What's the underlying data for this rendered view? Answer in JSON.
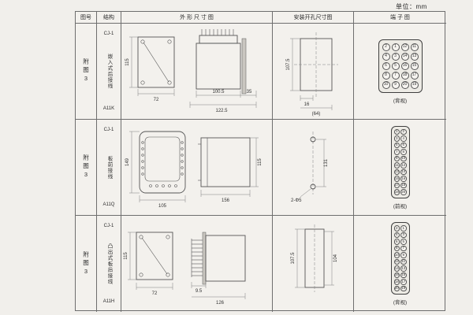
{
  "page": {
    "unit_label": "单位：mm"
  },
  "table": {
    "headers": {
      "fig_no": "图号",
      "structure": "结构",
      "outline": "外 形 尺 寸 图",
      "mounting": "安装开孔尺寸图",
      "terminal": "端 子 图"
    },
    "rows": [
      {
        "fig_no": "附图3",
        "structure": {
          "model": "CJ-1",
          "desc": "嵌入式后接线",
          "code": "A11K"
        },
        "outline": {
          "front_height": "115",
          "front_width": "72",
          "depth_a": "100.5",
          "panel": "35",
          "depth_b": "122.5"
        },
        "mounting": {
          "v": "107.5",
          "h1": "16",
          "h2": "(64)"
        },
        "terminal": {
          "view": "(背视)",
          "cells": [
            [
              2,
              1,
              12,
              11
            ],
            [
              4,
              3,
              14,
              13
            ],
            [
              6,
              5,
              16,
              15
            ],
            [
              8,
              7,
              18,
              17
            ],
            [
              10,
              9,
              20,
              19
            ]
          ]
        }
      },
      {
        "fig_no": "附图3",
        "structure": {
          "model": "CJ-1",
          "desc": "板前接线",
          "code": "A11Q"
        },
        "outline": {
          "front_height": "149",
          "front_width": "105",
          "depth": "156",
          "side_height": "115"
        },
        "mounting": {
          "v": "131",
          "holes": "2-Φ5"
        },
        "terminal": {
          "view": "(前视)",
          "cells": [
            [
              1,
              2
            ],
            [
              3,
              4
            ],
            [
              5,
              6
            ],
            [
              7,
              8
            ],
            [
              9,
              10
            ],
            [
              11,
              12
            ],
            [
              13,
              14
            ],
            [
              15,
              16
            ],
            [
              17,
              18
            ],
            [
              19,
              20
            ]
          ]
        }
      },
      {
        "fig_no": "附图3",
        "structure": {
          "model": "CJ-1",
          "desc": "凸出式板后接线",
          "code": "A11H"
        },
        "outline": {
          "front_height": "115",
          "front_width": "72",
          "pin": "9.5",
          "depth": "126"
        },
        "mounting": {
          "v1": "107.5",
          "v2": "104"
        },
        "terminal": {
          "view": "(背视)",
          "cells": [
            [
              2,
              1
            ],
            [
              4,
              3
            ],
            [
              6,
              5
            ],
            [
              8,
              7
            ],
            [
              10,
              9
            ],
            [
              12,
              11
            ],
            [
              14,
              13
            ],
            [
              16,
              15
            ],
            [
              18,
              17
            ],
            [
              20,
              19
            ]
          ]
        }
      }
    ]
  }
}
